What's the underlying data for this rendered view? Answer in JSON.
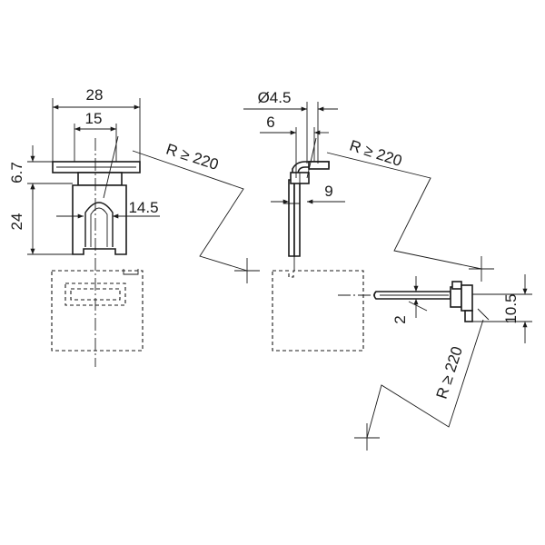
{
  "front_view": {
    "dim_width_overall": "28",
    "dim_width_inner": "15",
    "dim_height_flange": "6.7",
    "dim_height_body": "24",
    "dim_offset": "14.5",
    "radius_label": "R ≥ 220"
  },
  "side_view": {
    "dim_diameter": "Ø4.5",
    "dim_width": "6",
    "dim_depth": "9",
    "radius_label": "R ≥ 220"
  },
  "top_view": {
    "dim_small": "2",
    "dim_height": "10.5",
    "radius_label": "R ≥ 220"
  }
}
